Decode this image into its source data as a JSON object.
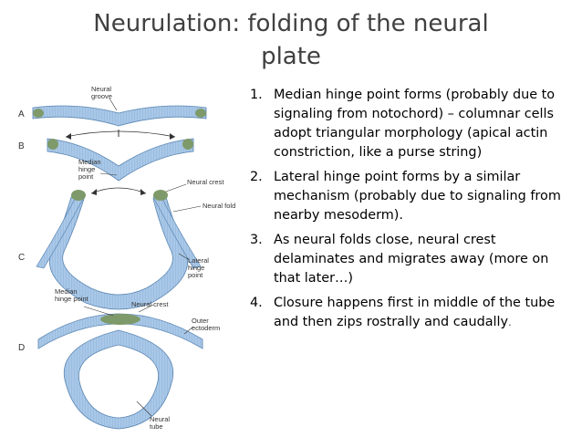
{
  "title": {
    "line1": "Neurulation: folding of the neural",
    "line2": "plate"
  },
  "points": [
    {
      "num": "1.",
      "text": "Median hinge point forms (probably due to signaling from notochord) – columnar cells adopt triangular morphology (apical actin constriction, like a purse string)"
    },
    {
      "num": "2.",
      "text": "Lateral hinge point forms by a similar mechanism (probably due to signaling from nearby mesoderm)."
    },
    {
      "num": "3.",
      "text": "As neural folds close, neural crest delaminates and migrates away (more on that later…)"
    },
    {
      "num": "4.",
      "text": "Closure happens first in middle of the tube and then zips rostrally and caudally",
      "tail": "."
    }
  ],
  "diagram": {
    "stage_labels": [
      "A",
      "B",
      "C",
      "D"
    ],
    "labels": {
      "neural_groove": [
        "Neural",
        "groove"
      ],
      "median_hinge_b": [
        "Median",
        "hinge",
        "point"
      ],
      "neural_crest_c": "Neural crest",
      "neural_fold": "Neural fold",
      "lateral_hinge": [
        "Lateral",
        "hinge",
        "point"
      ],
      "median_hinge_c": [
        "Median",
        "hinge point"
      ],
      "neural_crest_d": "Neural crest",
      "outer_ectoderm": [
        "Outer",
        "ectoderm"
      ],
      "neural_tube": [
        "Neural",
        "tube"
      ]
    },
    "colors": {
      "tissue": "#a9c8e8",
      "tissue_edge": "#5b86b3",
      "crest": "#7f9a6a",
      "text": "#404040"
    }
  }
}
